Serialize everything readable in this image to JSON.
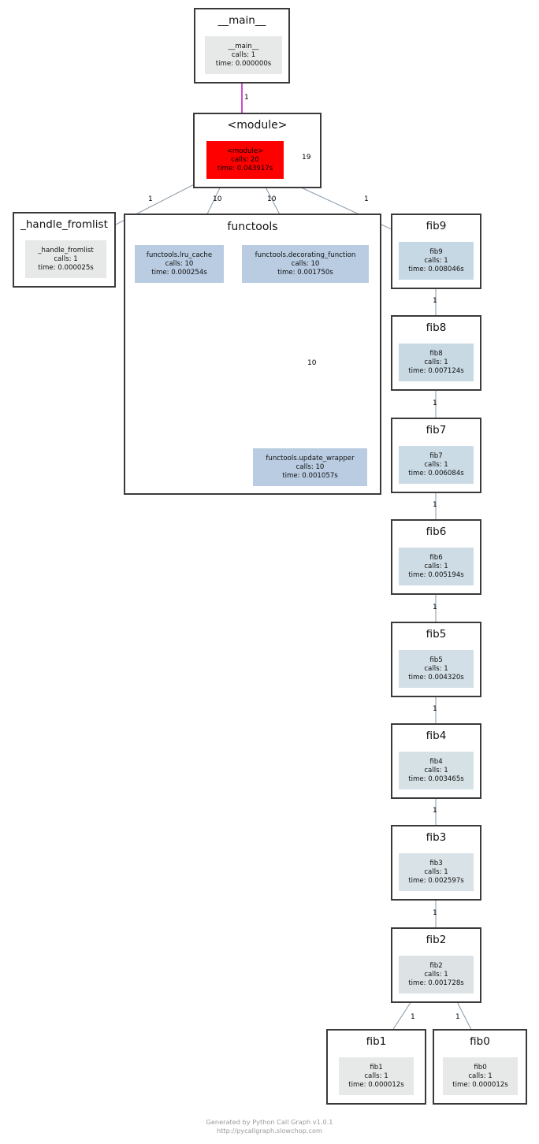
{
  "meta": {
    "footer_line1": "Generated by Python Call Graph v1.0.1",
    "footer_line2": "http://pycallgraph.slowchop.com",
    "root_edge_color": "#bb22bb",
    "hot_node_color": "#ff0000",
    "edge_color": "#8f9fae",
    "cluster_border_color": "#3a3a3a"
  },
  "clusters": [
    {
      "id": "main",
      "title": "__main__"
    },
    {
      "id": "module",
      "title": "<module>"
    },
    {
      "id": "handle_fromlist",
      "title": "_handle_fromlist"
    },
    {
      "id": "functools",
      "title": "functools"
    },
    {
      "id": "fib9",
      "title": "fib9"
    },
    {
      "id": "fib8",
      "title": "fib8"
    },
    {
      "id": "fib7",
      "title": "fib7"
    },
    {
      "id": "fib6",
      "title": "fib6"
    },
    {
      "id": "fib5",
      "title": "fib5"
    },
    {
      "id": "fib4",
      "title": "fib4"
    },
    {
      "id": "fib3",
      "title": "fib3"
    },
    {
      "id": "fib2",
      "title": "fib2"
    },
    {
      "id": "fib1",
      "title": "fib1"
    },
    {
      "id": "fib0",
      "title": "fib0"
    }
  ],
  "nodes": [
    {
      "id": "n_main",
      "name": "__main__",
      "calls": "calls: 1",
      "time": "time: 0.000000s",
      "fill": "#e6e9e8"
    },
    {
      "id": "n_module",
      "name": "<module>",
      "calls": "calls: 20",
      "time": "time: 0.043917s",
      "fill": "#ff0000"
    },
    {
      "id": "n_handle_fromlist",
      "name": "_handle_fromlist",
      "calls": "calls: 1",
      "time": "time: 0.000025s",
      "fill": "#e6e9e8"
    },
    {
      "id": "n_lru_cache",
      "name": "functools.lru_cache",
      "calls": "calls: 10",
      "time": "time: 0.000254s",
      "fill": "#b9cce2"
    },
    {
      "id": "n_decorating",
      "name": "functools.decorating_function",
      "calls": "calls: 10",
      "time": "time: 0.001750s",
      "fill": "#b9cce2"
    },
    {
      "id": "n_update_wrapper",
      "name": "functools.update_wrapper",
      "calls": "calls: 10",
      "time": "time: 0.001057s",
      "fill": "#b9cce2"
    },
    {
      "id": "n_fib9",
      "name": "fib9",
      "calls": "calls: 1",
      "time": "time: 0.008046s",
      "fill": "#c6d8e4"
    },
    {
      "id": "n_fib8",
      "name": "fib8",
      "calls": "calls: 1",
      "time": "time: 0.007124s",
      "fill": "#c8d9e4"
    },
    {
      "id": "n_fib7",
      "name": "fib7",
      "calls": "calls: 1",
      "time": "time: 0.006084s",
      "fill": "#cbdbe5"
    },
    {
      "id": "n_fib6",
      "name": "fib6",
      "calls": "calls: 1",
      "time": "time: 0.005194s",
      "fill": "#cedde5"
    },
    {
      "id": "n_fib5",
      "name": "fib5",
      "calls": "calls: 1",
      "time": "time: 0.004320s",
      "fill": "#d2dfe6"
    },
    {
      "id": "n_fib4",
      "name": "fib4",
      "calls": "calls: 1",
      "time": "time: 0.003465s",
      "fill": "#d6e1e6"
    },
    {
      "id": "n_fib3",
      "name": "fib3",
      "calls": "calls: 1",
      "time": "time: 0.002597s",
      "fill": "#d9e2e6"
    },
    {
      "id": "n_fib2",
      "name": "fib2",
      "calls": "calls: 1",
      "time": "time: 0.001728s",
      "fill": "#dde3e5"
    },
    {
      "id": "n_fib1",
      "name": "fib1",
      "calls": "calls: 1",
      "time": "time: 0.000012s",
      "fill": "#e6e9e8"
    },
    {
      "id": "n_fib0",
      "name": "fib0",
      "calls": "calls: 1",
      "time": "time: 0.000012s",
      "fill": "#e6e9e8"
    }
  ],
  "edge_labels": {
    "main_to_module": "1",
    "module_self": "19",
    "module_to_fromlist": "1",
    "module_to_lru": "10",
    "module_to_decorating": "10",
    "module_to_fib9": "1",
    "decorating_to_wrapper": "10",
    "fib9_to_fib8": "1",
    "fib8_to_fib7": "1",
    "fib7_to_fib6": "1",
    "fib6_to_fib5": "1",
    "fib5_to_fib4": "1",
    "fib4_to_fib3": "1",
    "fib3_to_fib2": "1",
    "fib2_to_fib1": "1",
    "fib2_to_fib0": "1"
  }
}
